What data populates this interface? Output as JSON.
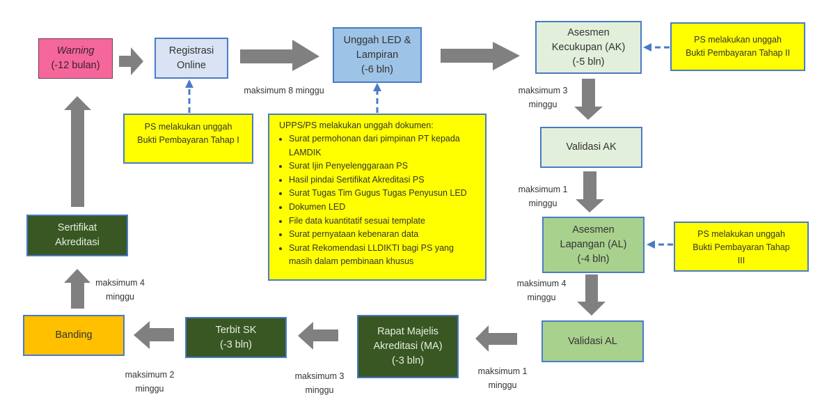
{
  "colors": {
    "warning_fill": "#f5679b",
    "registrasi_fill": "#dae3f3",
    "unggah_fill": "#9dc3e6",
    "ak_fill": "#e2efda",
    "al_fill": "#a9d18e",
    "dark_green_fill": "#385723",
    "banding_fill": "#ffc000",
    "note_fill": "#ffff00",
    "border_blue": "#4a7ac7",
    "arrow_gray": "#808080"
  },
  "nodes": {
    "warning": {
      "title": "Warning",
      "sub": "(-12 bulan)"
    },
    "registrasi": {
      "line1": "Registrasi",
      "line2": "Online"
    },
    "unggah": {
      "line1": "Unggah LED &",
      "line2": "Lampiran",
      "line3": "(-6 bln)"
    },
    "ak": {
      "line1": "Asesmen",
      "line2": "Kecukupan (AK)",
      "line3": "(-5 bln)"
    },
    "validasi_ak": {
      "line1": "Validasi AK"
    },
    "al": {
      "line1": "Asesmen",
      "line2": "Lapangan (AL)",
      "line3": "(-4 bln)"
    },
    "validasi_al": {
      "line1": "Validasi AL"
    },
    "rapat": {
      "line1": "Rapat Majelis",
      "line2": "Akreditasi (MA)",
      "line3": "(-3 bln)"
    },
    "terbit": {
      "line1": "Terbit SK",
      "line2": "(-3 bln)"
    },
    "banding": {
      "line1": "Banding"
    },
    "sertifikat": {
      "line1": "Sertifikat",
      "line2": "Akreditasi"
    }
  },
  "notes": {
    "tahap1": {
      "line1": "PS melakukan unggah",
      "line2": "Bukti Pembayaran Tahap I"
    },
    "tahap2": {
      "line1": "PS melakukan unggah",
      "line2": "Bukti Pembayaran Tahap II"
    },
    "tahap3": {
      "line1": "PS melakukan unggah",
      "line2": "Bukti Pembayaran Tahap",
      "line3": "III"
    },
    "dokumen": {
      "heading": "UPPS/PS melakukan unggah dokumen:",
      "items": [
        "Surat permohonan dari pimpinan PT kepada LAMDIK",
        "Surat Ijin Penyelenggaraan  PS",
        "Hasil pindai Sertifikat Akreditasi PS",
        "Surat Tugas Tim Gugus Tugas Penyusun LED",
        "Dokumen LED",
        "File data kuantitatif sesuai template",
        "Surat pernyataan kebenaran data",
        "Surat Rekomendasi  LLDIKTI bagi PS yang masih dalam pembinaan khusus"
      ]
    }
  },
  "durations": {
    "reg_to_unggah": "maksimum 8 minggu",
    "ak_to_validasi": {
      "line1": "maksimum 3",
      "line2": "minggu"
    },
    "validasi_to_al": {
      "line1": "maksimum 1",
      "line2": "minggu"
    },
    "al_to_validasi": {
      "line1": "maksimum 4",
      "line2": "minggu"
    },
    "validasi_to_rapat": {
      "line1": "maksimum 1",
      "line2": "minggu"
    },
    "rapat_to_terbit": {
      "line1": "maksimum 3",
      "line2": "minggu"
    },
    "terbit_to_banding": {
      "line1": "maksimum 2",
      "line2": "minggu"
    },
    "banding_to_sertifikat": {
      "line1": "maksimum 4",
      "line2": "minggu"
    }
  }
}
